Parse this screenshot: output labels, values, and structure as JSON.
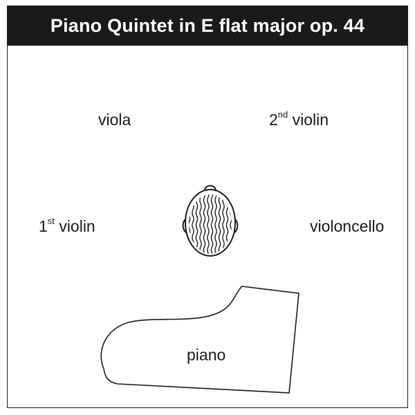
{
  "title": "Piano Quintet in E flat major op. 44",
  "instruments": {
    "viola": "viola",
    "second_violin_number": "2",
    "second_violin_suffix": "nd",
    "second_violin_word": "violin",
    "first_violin_number": "1",
    "first_violin_suffix": "st",
    "first_violin_word": "violin",
    "violoncello": "violoncello",
    "piano": "piano"
  },
  "icons": {
    "listener": "listener-head-icon",
    "piano": "grand-piano-outline"
  },
  "colors": {
    "title_background": "#1a1a1a",
    "title_text": "#ffffff",
    "line": "#1a1a1a",
    "background": "#ffffff"
  }
}
